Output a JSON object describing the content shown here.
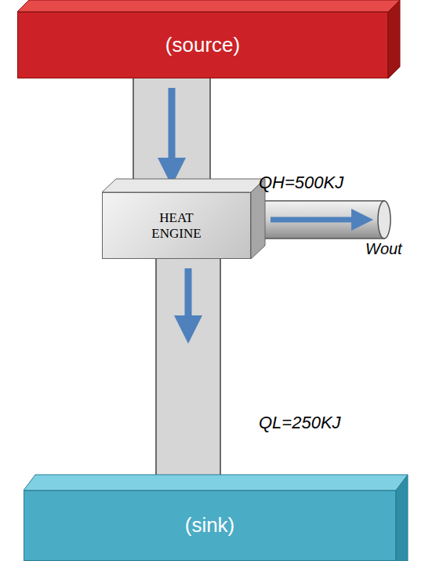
{
  "diagram": {
    "nodes": [
      {
        "text": [
          "(source)"
        ]
      },
      {
        "text": [
          "HEAT ENGINE"
        ]
      },
      {
        "text": [
          "(sink)"
        ]
      }
    ],
    "edges": [
      {
        "from": 0,
        "to": 1,
        "arrow": "to",
        "label": "QH=500KJ"
      },
      {
        "from": 1,
        "to": 2,
        "arrow": "to",
        "label": "QL=250KJ"
      }
    ],
    "labels": [
      "Wout"
    ]
  }
}
